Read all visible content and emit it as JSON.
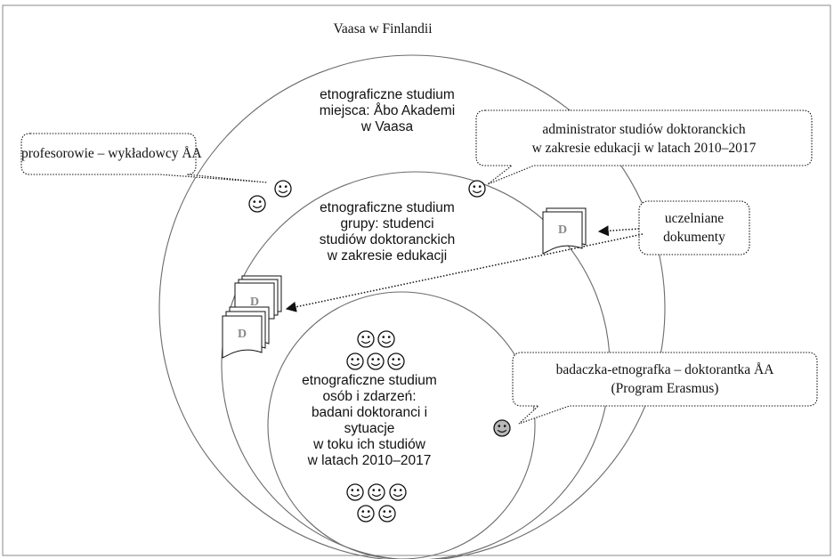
{
  "title": "Vaasa w Finlandii",
  "circles": {
    "outer": [
      "etnograficzne studium",
      "miejsca: Åbo Akademi",
      "w Vaasa"
    ],
    "middle": [
      "etnograficzne studium",
      "grupy: studenci",
      "studiów doktoranckich",
      "w zakresie edukacji"
    ],
    "inner": [
      "etnograficzne studium",
      "osób i zdarzeń:",
      "badani doktoranci i",
      "sytuacje",
      "w toku ich studiów",
      "w latach 2010–2017"
    ]
  },
  "callouts": {
    "professors": [
      "profesorowie – wykładowcy ÅA"
    ],
    "administrator": [
      "administrator studiów doktoranckich",
      "w zakresie edukacji w latach 2010–2017"
    ],
    "documents": [
      "uczelniane",
      "dokumenty"
    ],
    "researcher": [
      "badaczka-etnografka – doktorantka ÅA",
      "(Program Erasmus)"
    ]
  },
  "document_letter": "D",
  "colors": {
    "stroke": "#6b6b6b",
    "text": "#111111",
    "researcher_face": "#b8b8b8",
    "doc_letter": "#8a8a8a"
  }
}
